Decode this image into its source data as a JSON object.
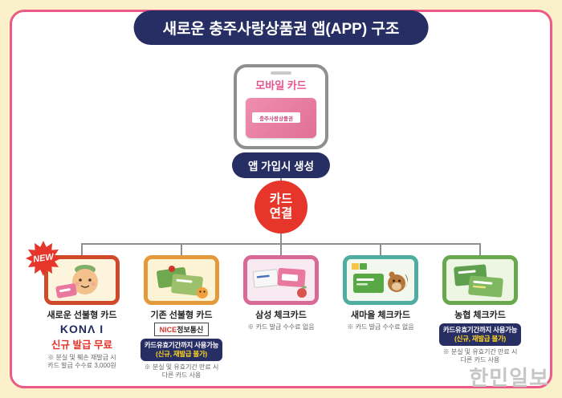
{
  "header": {
    "title": "새로운 충주사랑상품권 앱(APP) 구조"
  },
  "phone": {
    "label": "모바일 카드",
    "card_text": "충주사랑상품권"
  },
  "flow": {
    "app_created_label": "앱 가입시 생성",
    "hub_line1": "카드",
    "hub_line2": "연결"
  },
  "cards": [
    {
      "badge": "NEW",
      "name": "새로운 선불형 카드",
      "brand": "KONΛ I",
      "highlight": "신규 발급 무료",
      "note": "※ 분실 및 훼손 재발급 시\n카드 발급 수수료 3,000원",
      "frame_color": "#cf4a2b"
    },
    {
      "name": "기존 선불형 카드",
      "brand": {
        "prefix": "NICE",
        "suffix": "정보통신"
      },
      "validity_line1": "카드유효기간까지 사용가능",
      "validity_line2": "(신규, 재발급 불가)",
      "note": "※ 분실 및 유효기간 만료 시\n다른 카드 사용",
      "frame_color": "#e39a3b"
    },
    {
      "name": "삼성 체크카드",
      "note": "※ 카드 발급 수수료 없음",
      "frame_color": "#d76a96"
    },
    {
      "name": "새마을 체크카드",
      "note": "※ 카드 발급 수수료 없음",
      "frame_color": "#4fae9f"
    },
    {
      "name": "농협 체크카드",
      "validity_line1": "카드유효기간까지 사용가능",
      "validity_line2": "(신규, 재발급 불가)",
      "note": "※ 분실 및 유효기간 만료 시\n다른 카드 사용",
      "frame_color": "#69a84f"
    }
  ],
  "watermark": "한민일보"
}
